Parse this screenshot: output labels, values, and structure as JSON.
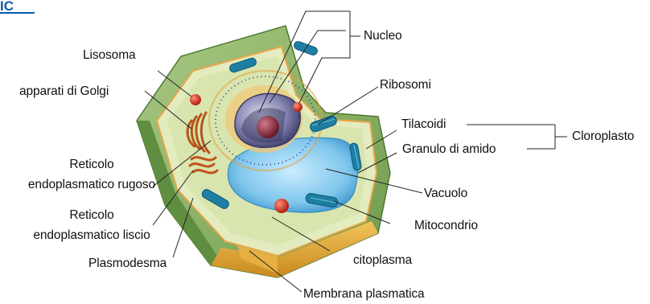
{
  "corner_mark": "IC",
  "labels": {
    "nucleo": "Nucleo",
    "lisosoma": "Lisosoma",
    "ribosomi": "Ribosomi",
    "golgi": "apparati di Golgi",
    "tilacoidi": "Tilacoidi",
    "cloroplasto": "Cloroplasto",
    "granulo": "Granulo di amido",
    "rer_1": "Reticolo",
    "rer_2": "endoplasmatico rugoso",
    "vacuolo": "Vacuolo",
    "ser_1": "Reticolo",
    "ser_2": "endoplasmatico liscio",
    "mitocondrio": "Mitocondrio",
    "plasmodesma": "Plasmodesma",
    "citoplasma": "citoplasma",
    "membrana": "Membrana plasmatica"
  },
  "colors": {
    "cell_wall": "#8fb56a",
    "cell_wall_dark": "#5d8a3e",
    "cytoplasm": "#dfe9b8",
    "membrane": "#e8a64a",
    "vacuole": "#7fc6ec",
    "nucleus": "#5a5a8a",
    "chloroplast": "#1d7fa3",
    "lysosome": "#d63a2a",
    "golgi": "#c9641c",
    "brand": "#0a5aa8"
  }
}
